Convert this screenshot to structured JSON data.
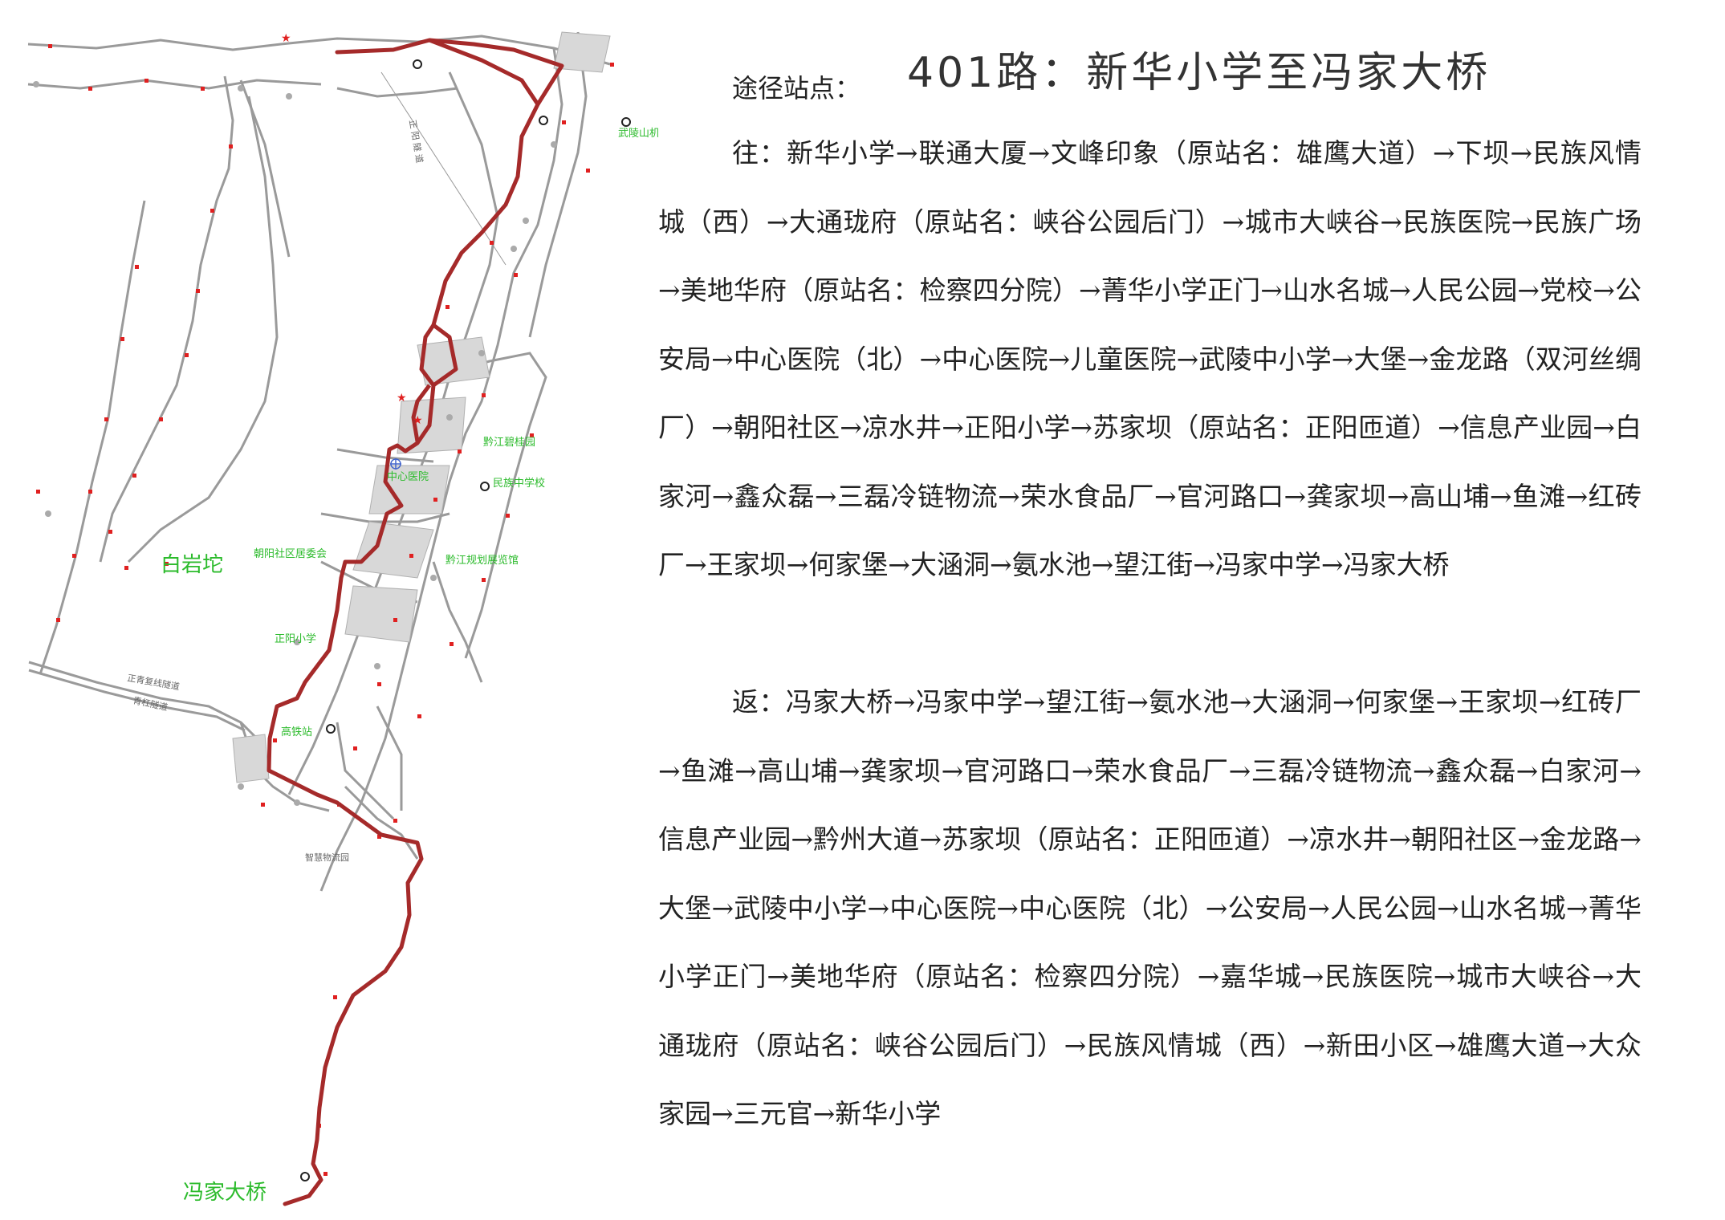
{
  "header": {
    "title": "401路：新华小学至冯家大桥",
    "stops_label": "途径站点："
  },
  "routes": {
    "outbound": "往：新华小学→联通大厦→文峰印象（原站名：雄鹰大道）→下坝→民族风情城（西）→大通珑府（原站名：峡谷公园后门）→城市大峡谷→民族医院→民族广场→美地华府（原站名：检察四分院）→菁华小学正门→山水名城→人民公园→党校→公安局→中心医院（北）→中心医院→儿童医院→武陵中小学→大堡→金龙路（双河丝绸厂）→朝阳社区→凉水井→正阳小学→苏家坝（原站名：正阳匝道）→信息产业园→白家河→鑫众磊→三磊冷链物流→荣水食品厂→官河路口→龚家坝→高山埔→鱼滩→红砖厂→王家坝→何家堡→大涵洞→氨水池→望江街→冯家中学→冯家大桥",
    "inbound": "返：冯家大桥→冯家中学→望江街→氨水池→大涵洞→何家堡→王家坝→红砖厂→鱼滩→高山埔→龚家坝→官河路口→荣水食品厂→三磊冷链物流→鑫众磊→白家河→信息产业园→黔州大道→苏家坝（原站名：正阳匝道）→凉水井→朝阳社区→金龙路→大堡→武陵中小学→中心医院→中心医院（北）→公安局→人民公园→山水名城→菁华小学正门→美地华府（原站名：检察四分院）→嘉华城→民族医院→城市大峡谷→大通珑府（原站名：峡谷公园后门）→民族风情城（西）→新田小区→雄鹰大道→大众家园→三元官→新华小学"
  },
  "map": {
    "route_color": "#a52a2a",
    "label_color": "#2cbb2c",
    "labels": {
      "baiyantuo": "白岩坨",
      "fengjiadaqiao": "冯家大桥",
      "zhongxinyiyuan": "中心医院",
      "qianjiangbiguiyuan": "黔江碧桂园",
      "minzuzhongxuexiao": "民族中学校",
      "chaoyangshequ": "朝阳社区居委会",
      "qianjiangguihua": "黔江规划展览馆",
      "zhengyangxiaoxue": "正阳小学",
      "gaotiezhan": "高铁站",
      "zhihuiwuliuyuan": "智慧物流园",
      "wulingshanjichang": "武陵山机场",
      "zhengyangsuidao": "正 阳 隧 道",
      "zhengqingfuxian": "正青复线隧道",
      "qinggangsuidao": "青杠隧道"
    }
  }
}
